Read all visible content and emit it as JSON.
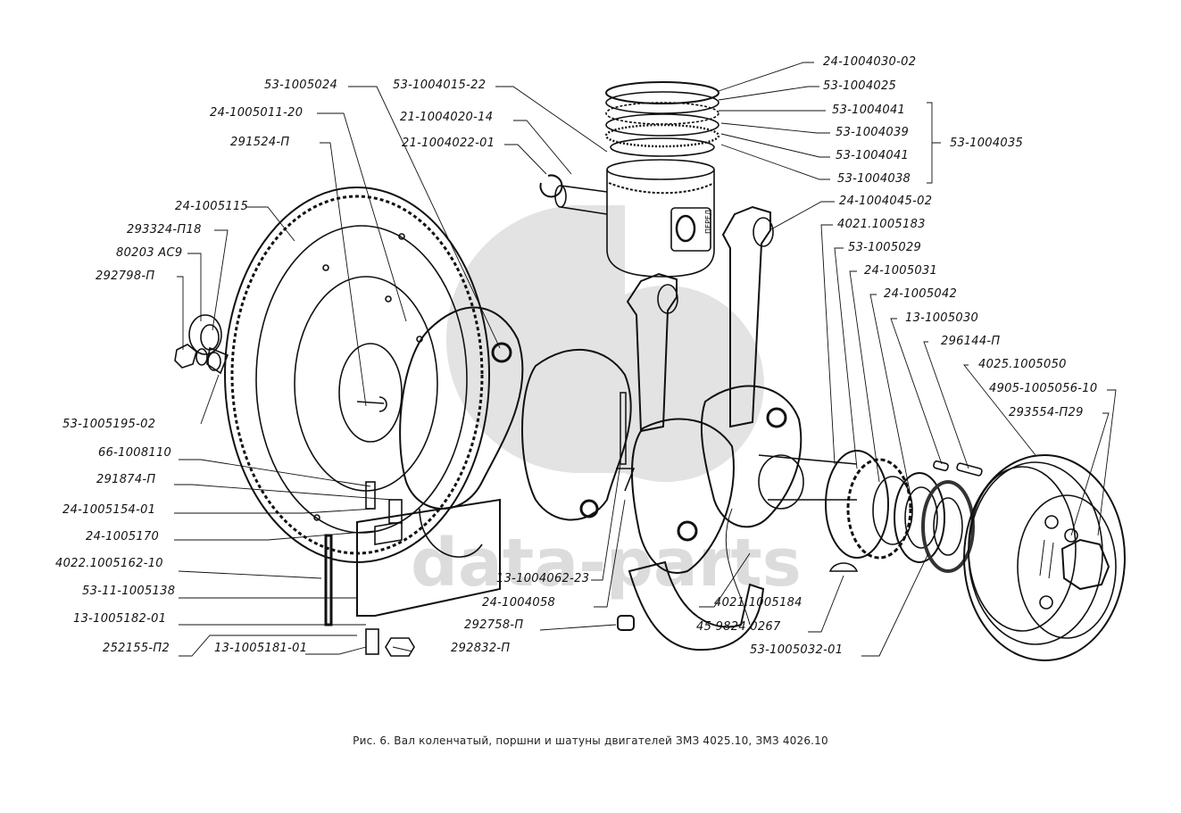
{
  "figure": {
    "caption": "Рис. 6. Вал коленчатый, поршни и шатуны двигателей ЗМЗ 4025.10, ЗМЗ 4026.10",
    "watermark_text": "data-parts",
    "piston_marking": "ПЕРЕД"
  },
  "labels": {
    "top": [
      {
        "id": "53-1005024",
        "text": "53-1005024"
      },
      {
        "id": "53-1004015-22",
        "text": "53-1004015-22"
      },
      {
        "id": "24-1005011-20",
        "text": "24-1005011-20"
      },
      {
        "id": "21-1004020-14",
        "text": "21-1004020-14"
      },
      {
        "id": "291524-P",
        "text": "291524-П"
      },
      {
        "id": "21-1004022-01",
        "text": "21-1004022-01"
      }
    ],
    "rings": [
      {
        "id": "24-1004030-02",
        "text": "24-1004030-02"
      },
      {
        "id": "53-1004025",
        "text": "53-1004025"
      },
      {
        "id": "53-1004041-a",
        "text": "53-1004041"
      },
      {
        "id": "53-1004039",
        "text": "53-1004039"
      },
      {
        "id": "53-1004041-b",
        "text": "53-1004041"
      },
      {
        "id": "53-1004038",
        "text": "53-1004038"
      }
    ],
    "ring_set": {
      "id": "53-1004035",
      "text": "53-1004035"
    },
    "right": [
      {
        "id": "24-1004045-02",
        "text": "24-1004045-02"
      },
      {
        "id": "4021-1005183",
        "text": "4021.1005183"
      },
      {
        "id": "53-1005029",
        "text": "53-1005029"
      },
      {
        "id": "24-1005031",
        "text": "24-1005031"
      },
      {
        "id": "24-1005042",
        "text": "24-1005042"
      },
      {
        "id": "13-1005030",
        "text": "13-1005030"
      },
      {
        "id": "296144-P",
        "text": "296144-П"
      },
      {
        "id": "4025-1005050",
        "text": "4025.1005050"
      },
      {
        "id": "4905-1005056-10",
        "text": "4905-1005056-10"
      },
      {
        "id": "293554-P29",
        "text": "293554-П29"
      }
    ],
    "left_upper": [
      {
        "id": "24-1005115",
        "text": "24-1005115"
      },
      {
        "id": "293324-P18",
        "text": "293324-П18"
      },
      {
        "id": "80203-AC9",
        "text": "80203 АС9"
      },
      {
        "id": "292798-P",
        "text": "292798-П"
      },
      {
        "id": "53-1005195-02",
        "text": "53-1005195-02"
      }
    ],
    "left_lower": [
      {
        "id": "66-1008110",
        "text": "66-1008110"
      },
      {
        "id": "291874-P",
        "text": "291874-П"
      },
      {
        "id": "24-1005154-01",
        "text": "24-1005154-01"
      },
      {
        "id": "24-1005170",
        "text": "24-1005170"
      },
      {
        "id": "4022-1005162-10",
        "text": "4022.1005162-10"
      },
      {
        "id": "53-11-1005138",
        "text": "53-11-1005138"
      },
      {
        "id": "13-1005182-01",
        "text": "13-1005182-01"
      },
      {
        "id": "252155-P2",
        "text": "252155-П2"
      },
      {
        "id": "13-1005181-01",
        "text": "13-1005181-01"
      },
      {
        "id": "292832-P",
        "text": "292832-П"
      }
    ],
    "bottom_center": [
      {
        "id": "13-1004062-23",
        "text": "13-1004062-23"
      },
      {
        "id": "24-1004058",
        "text": "24-1004058"
      },
      {
        "id": "292758-P",
        "text": "292758-П"
      },
      {
        "id": "4021-1005184",
        "text": "4021.1005184"
      },
      {
        "id": "45-9824-0267",
        "text": "45 9824 0267"
      },
      {
        "id": "53-1005032-01",
        "text": "53-1005032-01"
      }
    ]
  }
}
